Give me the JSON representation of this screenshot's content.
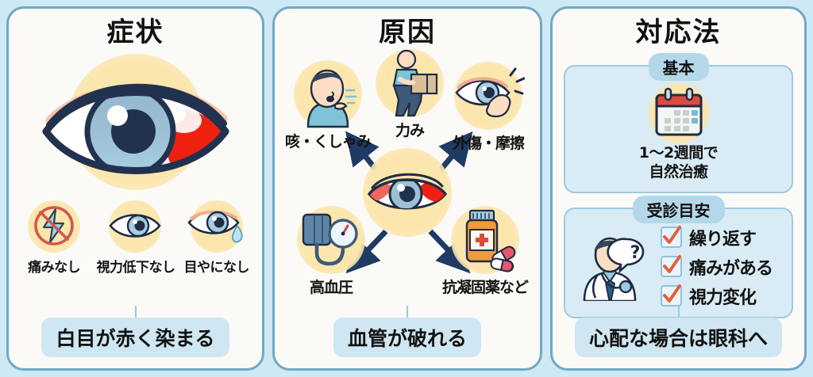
{
  "theme": {
    "page_background": "#cfe9f4",
    "panel_background": "#fbfaf7",
    "panel_border": "#6fa8c8",
    "accent_blue": "#cfe7f2",
    "badge_blue": "#b4d8ea",
    "section_fill": "#d9ecf6",
    "icon_halo_yellow": "#fbe6ae",
    "blood_red": "#ee2111",
    "check_orange": "#e0613f",
    "text_dark": "#121212"
  },
  "panels": {
    "symptoms": {
      "title": "症状",
      "hero_icon": "bloodshot-eye-icon",
      "items": [
        {
          "icon": "no-pain-icon",
          "label": "痛みなし"
        },
        {
          "icon": "clear-vision-eye-icon",
          "label": "視力低下なし"
        },
        {
          "icon": "no-discharge-eye-icon",
          "label": "目やになし"
        }
      ],
      "callout": "白目が赤く染まる"
    },
    "causes": {
      "title": "原因",
      "center_icon": "red-eye-icon",
      "nodes": [
        {
          "icon": "coughing-person-icon",
          "label": "咳・くしゃみ"
        },
        {
          "icon": "lifting-box-person-icon",
          "label": "力み"
        },
        {
          "icon": "eye-rubbing-hand-icon",
          "label": "外傷・摩擦"
        },
        {
          "icon": "blood-pressure-monitor-icon",
          "label": "高血圧"
        },
        {
          "icon": "medicine-bottle-pills-icon",
          "label": "抗凝固薬など"
        }
      ],
      "callout": "血管が破れる"
    },
    "care": {
      "title": "対応法",
      "basic": {
        "badge": "基本",
        "icon": "calendar-icon",
        "text_line1": "1〜2週間で",
        "text_line2": "自然治癒"
      },
      "visit": {
        "badge": "受診目安",
        "icon": "doctor-question-icon",
        "checklist": [
          {
            "checked": true,
            "label": "繰り返す"
          },
          {
            "checked": true,
            "label": "痛みがある"
          },
          {
            "checked": true,
            "label": "視力変化"
          }
        ]
      },
      "callout": "心配な場合は眼科へ"
    }
  }
}
